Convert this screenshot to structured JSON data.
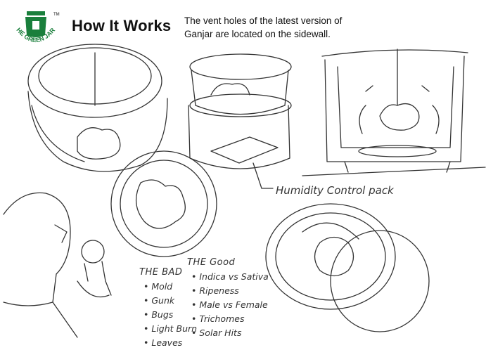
{
  "logo": {
    "brand": "THE GREEN JARS",
    "tm": "TM",
    "icon": "jar-icon",
    "color": "#1a7f3c"
  },
  "header": {
    "title": "How It Works"
  },
  "description": {
    "line1": "The vent holes of the latest version of",
    "line2": "Ganjar are located on the sidewall."
  },
  "callout": {
    "label": "Humidity Control pack"
  },
  "bad": {
    "title": "THE BAD",
    "items": [
      "Mold",
      "Gunk",
      "Bugs",
      "Light Burn",
      "Leaves"
    ]
  },
  "good": {
    "title": "THE Good",
    "items": [
      "Indica vs Sativa",
      "Ripeness",
      "Male vs Female",
      "Trichomes",
      "Solar Hits"
    ]
  }
}
